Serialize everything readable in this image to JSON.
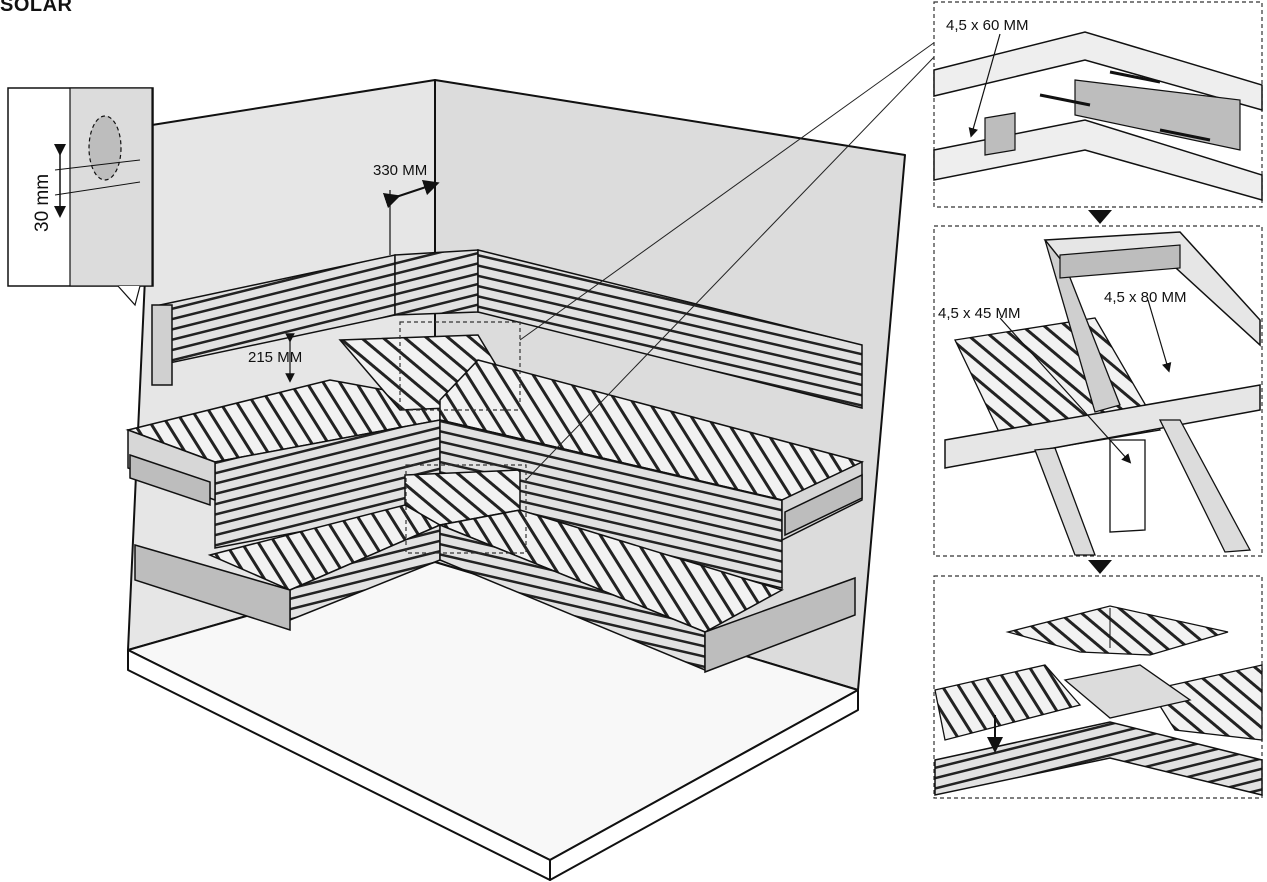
{
  "title": "SOLAR",
  "main": {
    "dim_backrest_offset": "330 MM",
    "dim_backrest_height": "215 MM",
    "detail_hole_spacing": "30 mm"
  },
  "steps": {
    "step1_screw": "4,5 x 60 MM",
    "step2_screw_a": "4,5 x 45 MM",
    "step2_screw_b": "4,5 x 80 MM"
  }
}
